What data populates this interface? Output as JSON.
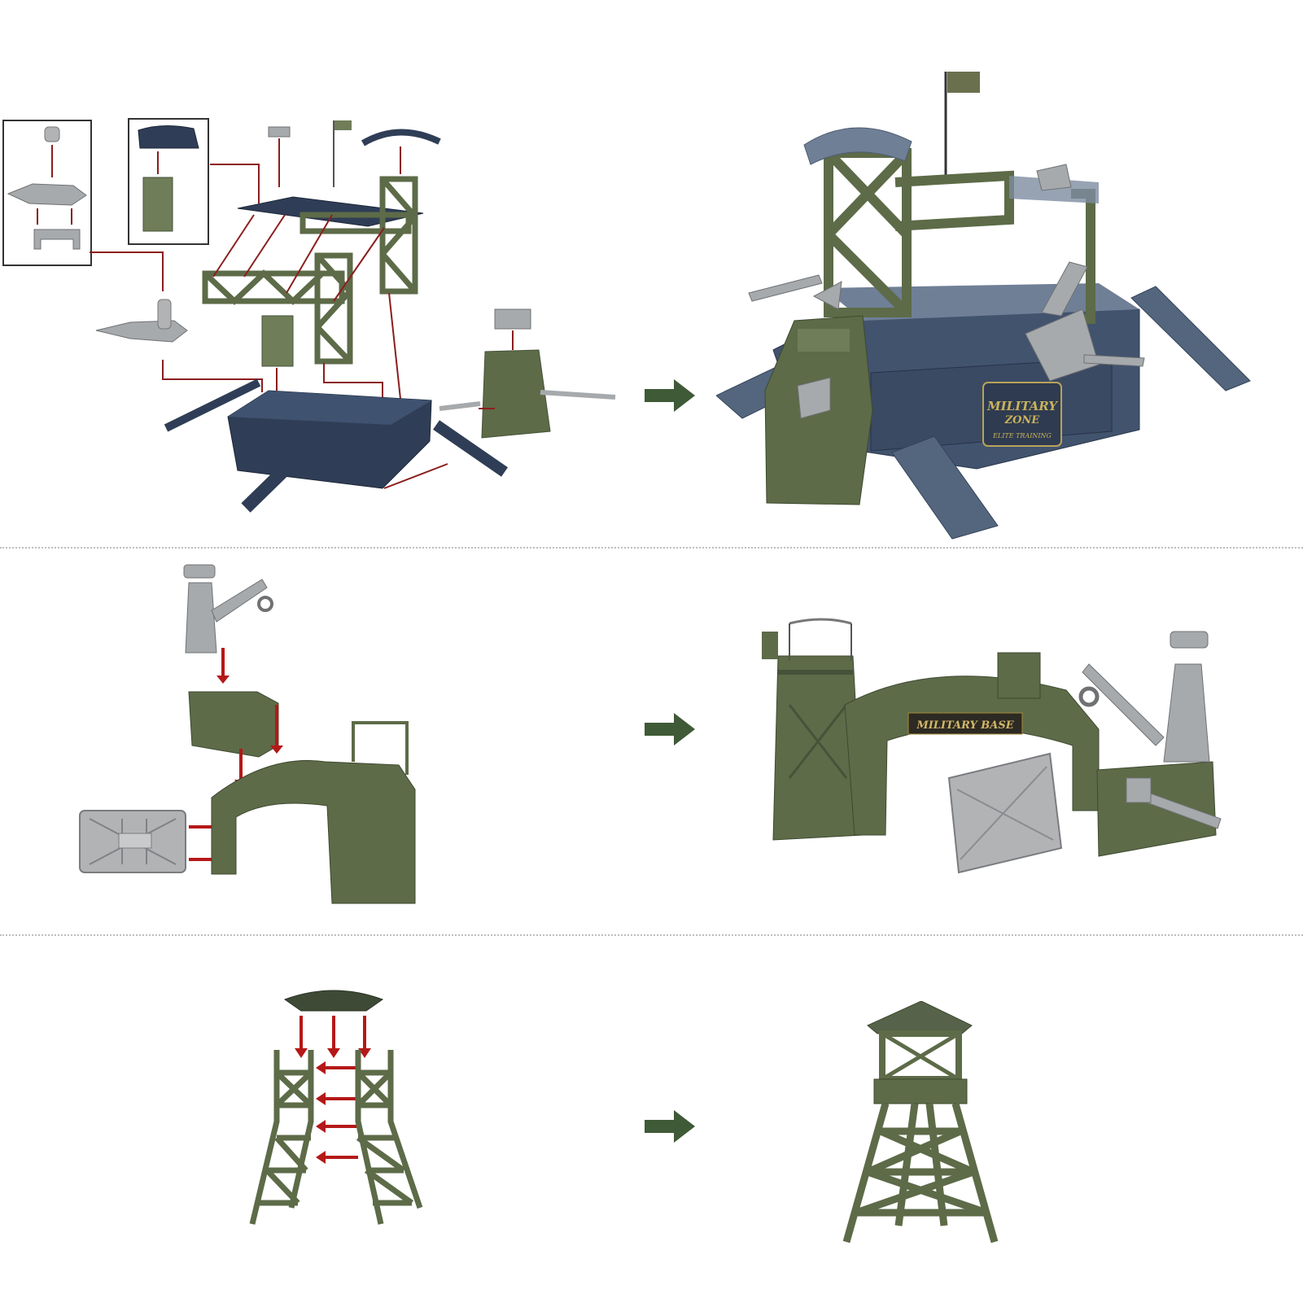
{
  "colors": {
    "background": "#ffffff",
    "green": "#5d6b48",
    "green_dark": "#46533a",
    "navy": "#2f3e56",
    "slate": "#54667e",
    "gray": "#a9acaf",
    "red": "#8b1e1e",
    "arrow": "#3f5a36",
    "divider": "#bdbdbd"
  },
  "rows": [
    {
      "name": "military-zone",
      "sign_lines": [
        "MILITARY",
        "ZONE",
        "ELITE TRAINING"
      ]
    },
    {
      "name": "military-base",
      "sign_lines": [
        "MILITARY BASE"
      ]
    },
    {
      "name": "watchtower",
      "sign_lines": []
    }
  ],
  "icons": [
    "arrow-right-icon",
    "flag-icon",
    "cannon-icon",
    "crane-icon",
    "gate-icon",
    "watchtower-icon"
  ]
}
